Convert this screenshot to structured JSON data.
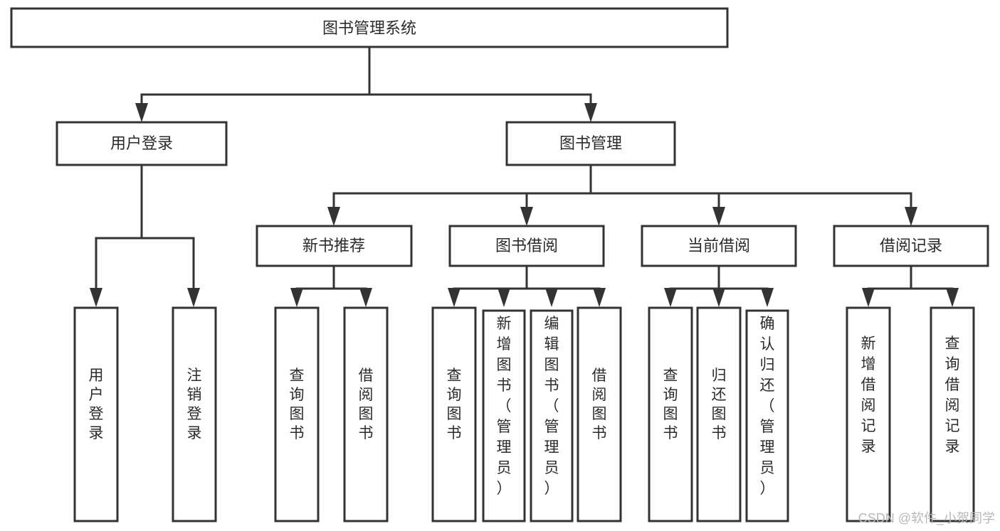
{
  "diagram": {
    "type": "tree",
    "title": "图书管理系统",
    "orientation": "top-down",
    "root": {
      "id": "root",
      "label": "图书管理系统",
      "text_orientation": "horizontal"
    },
    "level2": [
      {
        "id": "user-login",
        "label": "用户登录",
        "text_orientation": "horizontal"
      },
      {
        "id": "book-management",
        "label": "图书管理",
        "text_orientation": "horizontal"
      }
    ],
    "level3": [
      {
        "id": "new-book-recommend",
        "label": "新书推荐",
        "parent": "book-management",
        "text_orientation": "horizontal"
      },
      {
        "id": "book-borrow",
        "label": "图书借阅",
        "parent": "book-management",
        "text_orientation": "horizontal"
      },
      {
        "id": "current-borrow",
        "label": "当前借阅",
        "parent": "book-management",
        "text_orientation": "horizontal"
      },
      {
        "id": "borrow-record",
        "label": "借阅记录",
        "parent": "book-management",
        "text_orientation": "horizontal"
      }
    ],
    "leaves": [
      {
        "id": "leaf-user-login",
        "label": "用户登录",
        "parent": "user-login",
        "text_orientation": "vertical"
      },
      {
        "id": "leaf-logout-login",
        "label": "注销登录",
        "parent": "user-login",
        "text_orientation": "vertical"
      },
      {
        "id": "leaf-query-book-rec",
        "label": "查询图书",
        "parent": "new-book-recommend",
        "text_orientation": "vertical"
      },
      {
        "id": "leaf-borrow-book-rec",
        "label": "借阅图书",
        "parent": "new-book-recommend",
        "text_orientation": "vertical"
      },
      {
        "id": "leaf-query-book-borrow",
        "label": "查询图书",
        "parent": "book-borrow",
        "text_orientation": "vertical"
      },
      {
        "id": "leaf-add-book",
        "label": "新增图书（管理员）",
        "parent": "book-borrow",
        "text_orientation": "vertical"
      },
      {
        "id": "leaf-edit-book",
        "label": "编辑图书（管理员）",
        "parent": "book-borrow",
        "text_orientation": "vertical"
      },
      {
        "id": "leaf-borrow-book",
        "label": "借阅图书",
        "parent": "book-borrow",
        "text_orientation": "vertical"
      },
      {
        "id": "leaf-query-book-cur",
        "label": "查询图书",
        "parent": "current-borrow",
        "text_orientation": "vertical"
      },
      {
        "id": "leaf-return-book",
        "label": "归还图书",
        "parent": "current-borrow",
        "text_orientation": "vertical"
      },
      {
        "id": "leaf-confirm-return",
        "label": "确认归还（管理员）",
        "parent": "current-borrow",
        "text_orientation": "vertical"
      },
      {
        "id": "leaf-add-record",
        "label": "新增借阅记录",
        "parent": "borrow-record",
        "text_orientation": "vertical"
      },
      {
        "id": "leaf-query-record",
        "label": "查询借阅记录",
        "parent": "borrow-record",
        "text_orientation": "vertical"
      }
    ],
    "colors": {
      "background": "#ffffff",
      "box_fill": "#ffffff",
      "box_stroke": "#333333",
      "text": "#2b2b2b",
      "edge": "#333333",
      "watermark": "#b8b8b8"
    }
  },
  "watermark": {
    "text": "CSDN @软件_小贺同学"
  }
}
